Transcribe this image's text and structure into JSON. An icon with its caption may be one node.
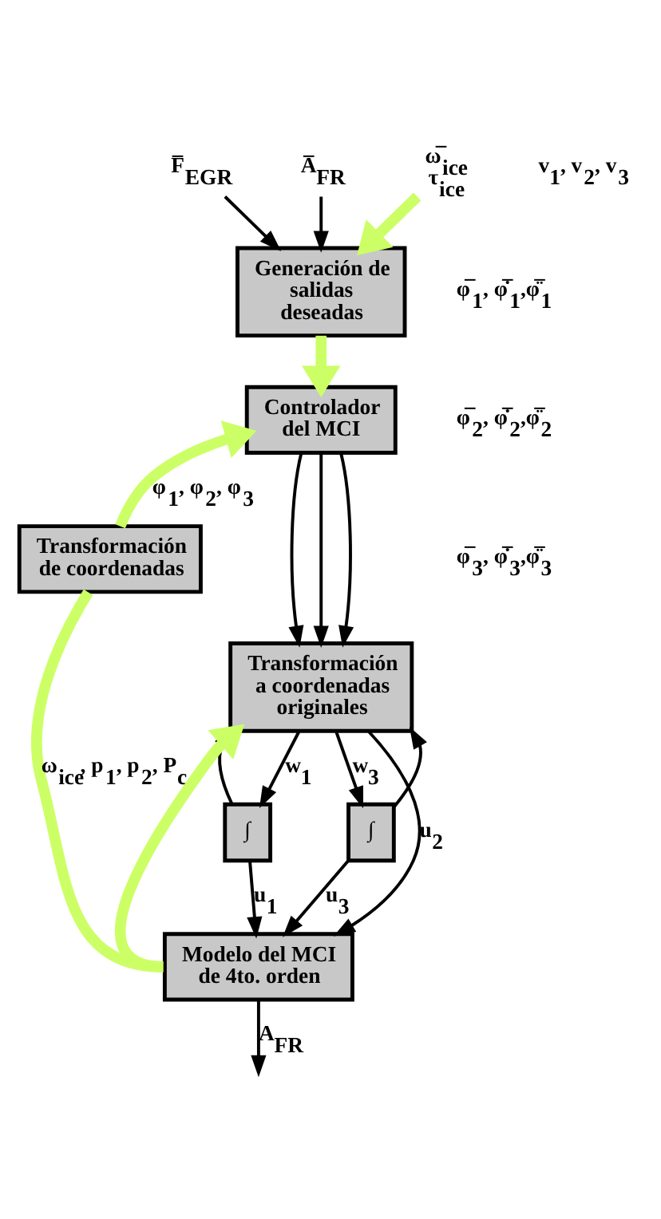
{
  "diagram": {
    "nodes": [
      {
        "text": [
          "F̅$_{EGR}$"
        ]
      },
      {
        "text": [
          "A̅$_{FR}$"
        ]
      },
      {
        "text": [
          "ω̅$_{ice}$",
          "τ$_{ice}$"
        ]
      },
      {
        "text": [
          "Generación de salidas deseadas"
        ]
      },
      {
        "text": [
          "Controlador del MCI"
        ]
      },
      {
        "text": [
          "Transformación de coordenadas"
        ]
      },
      {
        "text": [
          "Transformación a coordenadas originales"
        ]
      },
      {
        "text": [
          "∫"
        ]
      },
      {
        "text": [
          "∫"
        ]
      },
      {
        "text": [
          "Modelo del MCI de 4to. orden"
        ]
      }
    ],
    "edges": [
      {
        "from": 0,
        "to": 3,
        "arrow": "to"
      },
      {
        "from": 1,
        "to": 3,
        "arrow": "to"
      },
      {
        "from": 2,
        "to": 3,
        "arrow": "to",
        "style": "thick",
        "color": "#ccff66"
      },
      {
        "from": 3,
        "to": 4,
        "arrow": "to",
        "style": "thick",
        "color": "#ccff66"
      },
      {
        "from": 4,
        "to": 6,
        "arrow": "to"
      },
      {
        "from": 4,
        "to": 6,
        "arrow": "to"
      },
      {
        "from": 4,
        "to": 6,
        "arrow": "to"
      },
      {
        "from": 6,
        "to": 7,
        "arrow": "to",
        "label": "w$_{1}$"
      },
      {
        "from": 6,
        "to": 9,
        "arrow": "to",
        "label": "u$_{2}$"
      },
      {
        "from": 6,
        "to": 8,
        "arrow": "to",
        "label": "w$_{3}$"
      },
      {
        "from": 7,
        "to": 9,
        "arrow": "to",
        "label": "u$_{1}$"
      },
      {
        "from": 8,
        "to": 9,
        "arrow": "to",
        "label": "u$_{3}$"
      },
      {
        "from": 7,
        "to": 6,
        "arrow": "to"
      },
      {
        "from": 8,
        "to": 6,
        "arrow": "to"
      },
      {
        "from": 9,
        "to": 5,
        "arrow": "none",
        "style": "thick",
        "color": "#ccff66",
        "label": "ω$_{ice}$, p$_{1}$, p$_{2}$, P$_{c}$"
      },
      {
        "from": 5,
        "to": 4,
        "arrow": "to",
        "style": "thick",
        "color": "#ccff66",
        "label": "φ$_{1}$, φ$_{2}$, φ$_{3}$"
      },
      {
        "from": 9,
        "to": 6,
        "arrow": "to",
        "style": "thick",
        "color": "#ccff66"
      },
      {
        "from": 9,
        "to": null,
        "arrow": "to",
        "label": "A$_{FR}$"
      }
    ],
    "labels": [
      "φ̅$_{1}$, φ̅̇$_{1}$,φ̅̈$_{1}$",
      "φ̅$_{2}$, φ̅̇$_{2}$,φ̅̈$_{2}$",
      "φ̅$_{3}$, φ̅̇$_{3}$,φ̅̈$_{3}$",
      "v$_{1}$, v$_{2}$, v$_{3}$"
    ]
  }
}
